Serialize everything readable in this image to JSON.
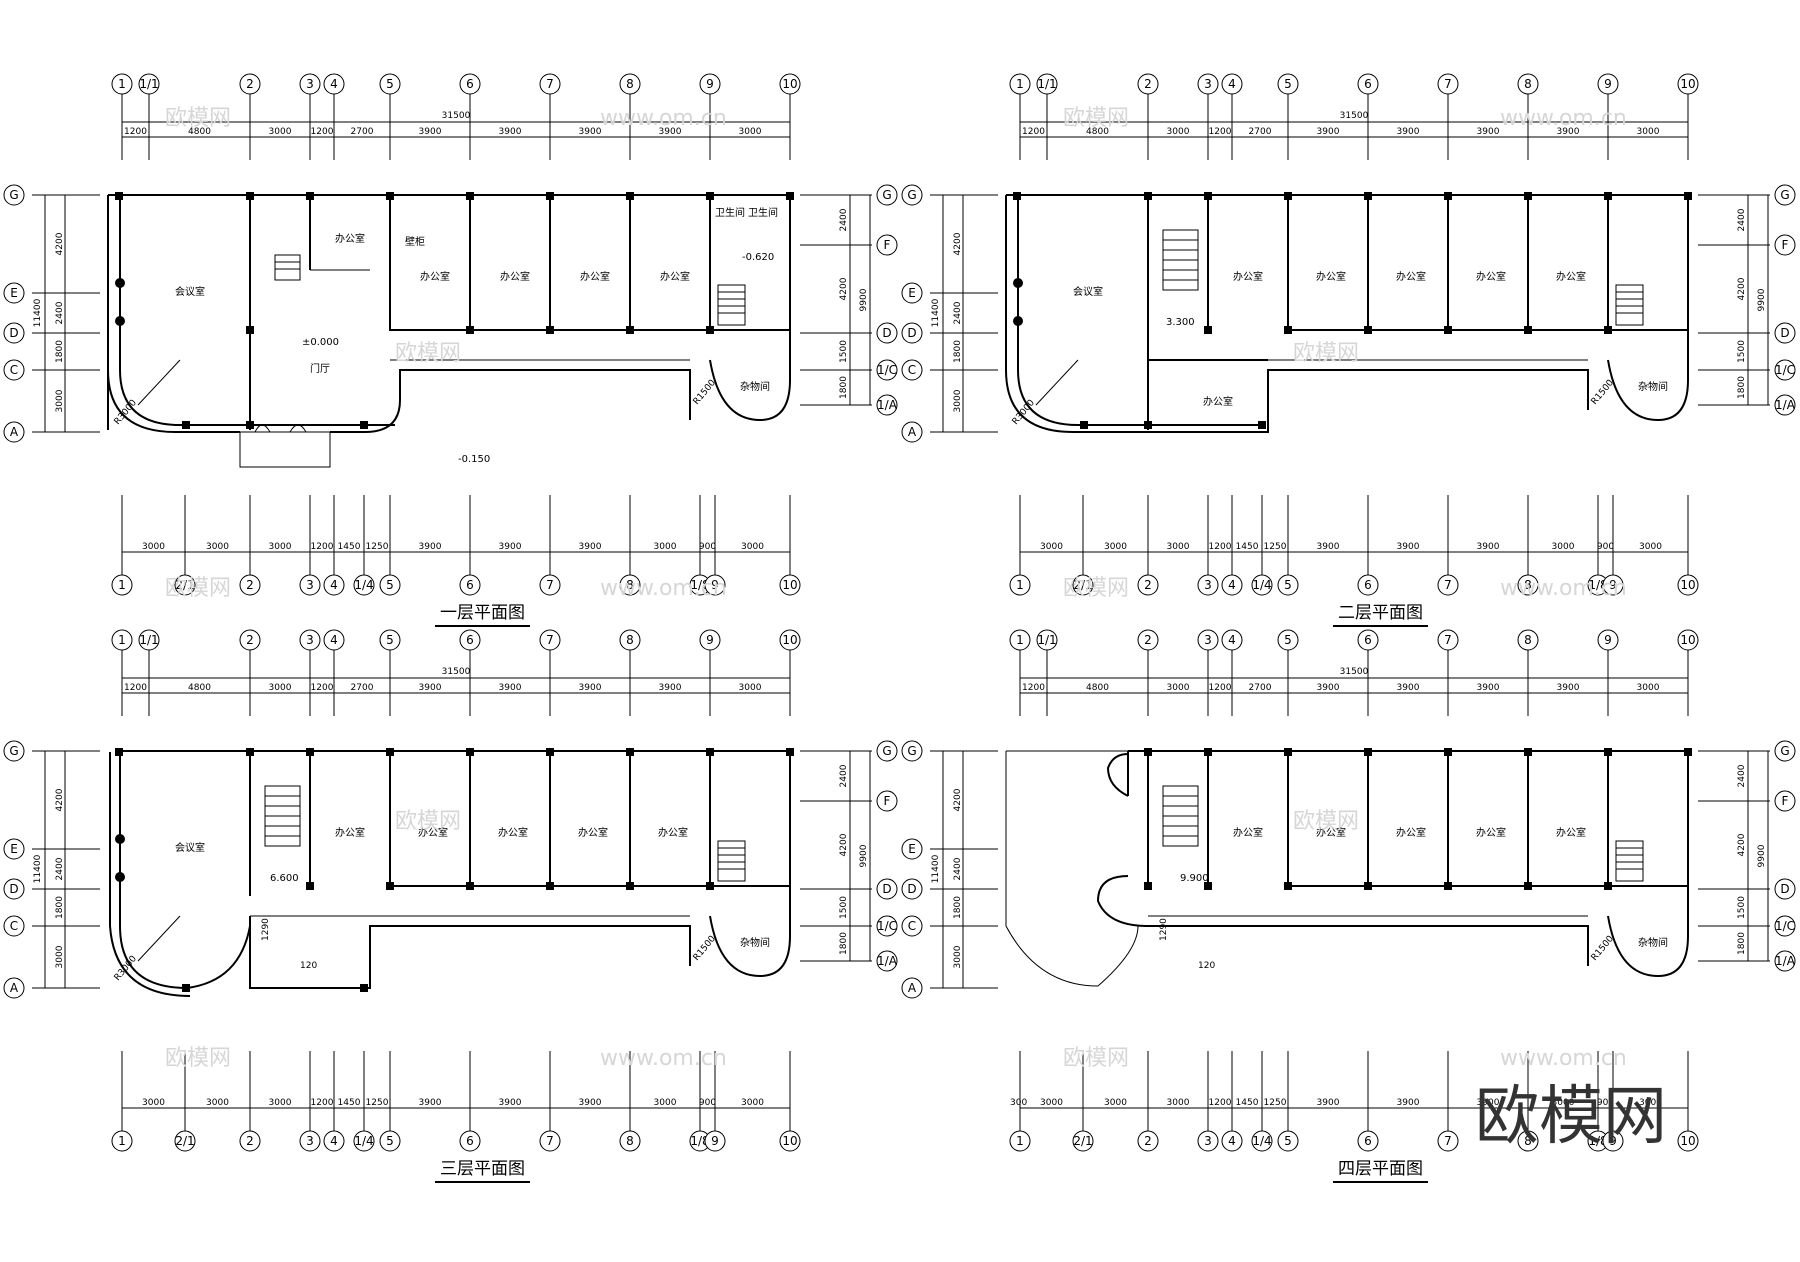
{
  "watermark": {
    "text": "欧模网",
    "url": "www.om.cn"
  },
  "plans": [
    {
      "title": "一层平面图",
      "elevation": "±0.000",
      "outside_elevation": "-0.150",
      "wc_elevation": "-0.620",
      "rooms": [
        "会议室",
        "办公室",
        "壁柜",
        "办公室",
        "办公室",
        "办公室",
        "办公室",
        "卫生间",
        "卫生间",
        "门厅",
        "杂物间"
      ],
      "radius_labels": [
        "R3000",
        "R1500"
      ]
    },
    {
      "title": "二层平面图",
      "elevation": "3.300",
      "rooms": [
        "会议室",
        "办公室",
        "办公室",
        "办公室",
        "办公室",
        "办公室",
        "办公室",
        "杂物间"
      ],
      "radius_labels": [
        "R3000",
        "R1500"
      ]
    },
    {
      "title": "三层平面图",
      "elevation": "6.600",
      "rooms": [
        "会议室",
        "办公室",
        "办公室",
        "办公室",
        "办公室",
        "办公室",
        "杂物间"
      ],
      "radius_labels": [
        "R3000",
        "R1500"
      ],
      "extra_dims": [
        "1290",
        "120"
      ]
    },
    {
      "title": "四层平面图",
      "elevation": "9.900",
      "rooms": [
        "办公室",
        "办公室",
        "办公室",
        "办公室",
        "办公室",
        "杂物间"
      ],
      "radius_labels": [
        "R1500"
      ],
      "extra_dims": [
        "1290",
        "120"
      ]
    }
  ],
  "axes": {
    "top_labels": [
      "1",
      "1/1",
      "2",
      "3",
      "4",
      "5",
      "6",
      "7",
      "8",
      "9",
      "10"
    ],
    "bottom_labels": [
      "1",
      "2/1",
      "2",
      "3",
      "4",
      "1/4",
      "5",
      "6",
      "7",
      "8",
      "1/8",
      "9",
      "10"
    ],
    "left_labels": [
      "G",
      "E",
      "D",
      "C",
      "A"
    ],
    "right_labels": [
      "G",
      "F",
      "D",
      "1/C",
      "1/A"
    ]
  },
  "dimensions": {
    "top_total": "31500",
    "top": [
      "1200",
      "4800",
      "3000",
      "1200",
      "2700",
      "3900",
      "3900",
      "3900",
      "3900",
      "3000"
    ],
    "bottom": [
      "3000",
      "3000",
      "3000",
      "1200",
      "1450",
      "1250",
      "3900",
      "3900",
      "3900",
      "3000",
      "900",
      "3000"
    ],
    "bottom_4th_extra": "300",
    "left": [
      "4200",
      "2400",
      "1800",
      "3000"
    ],
    "left_total": "11400",
    "right": [
      "2400",
      "4200",
      "1500",
      "1800"
    ],
    "right_total": "9900"
  }
}
